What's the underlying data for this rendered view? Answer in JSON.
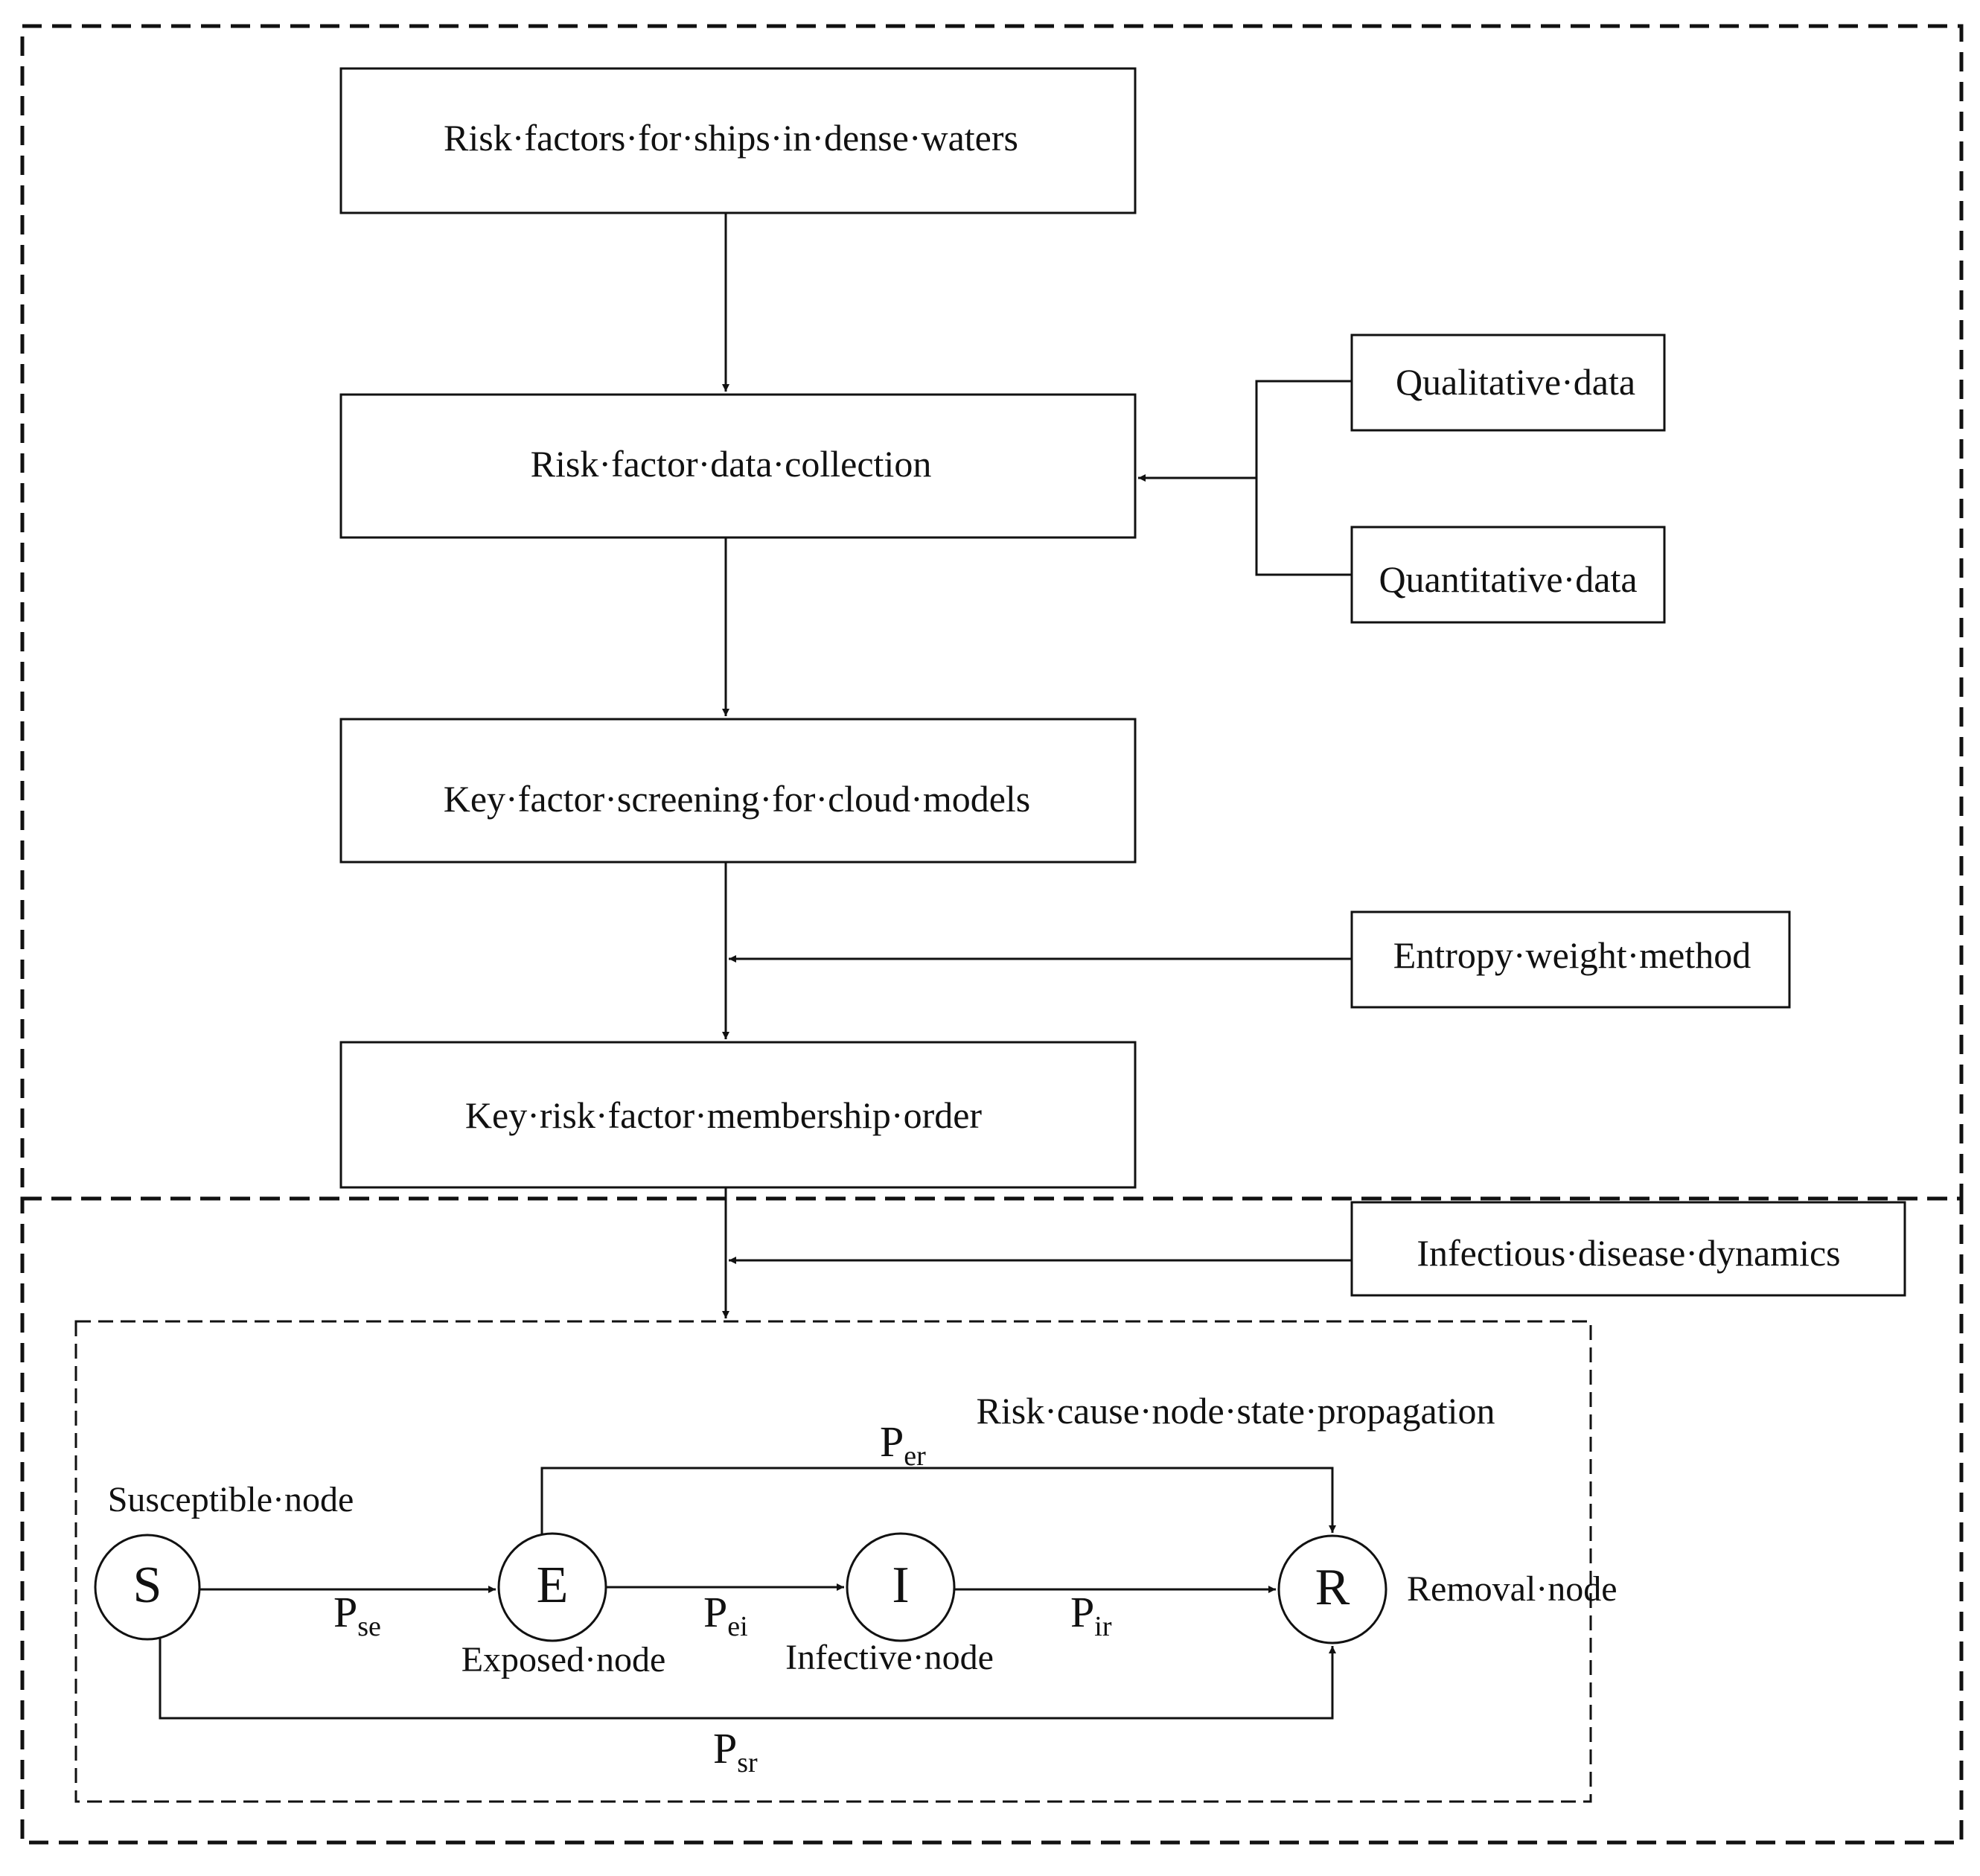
{
  "boxes": {
    "risk_factors": "Risk·factors·for·ships·in·dense·waters",
    "data_collection": "Risk·factor·data·collection",
    "screening": "Key·factor·screening·for·cloud·models",
    "membership_order": "Key·risk·factor·membership·order",
    "qualitative": "Qualitative·data",
    "quantitative": "Quantitative·data",
    "entropy": "Entropy·weight·method",
    "infectious": "Infectious·disease·dynamics"
  },
  "propagation": {
    "title": "Risk·cause·node·state·propagation",
    "nodes": {
      "s": {
        "letter": "S",
        "label": "Susceptible·node"
      },
      "e": {
        "letter": "E",
        "label": "Exposed·node"
      },
      "i": {
        "letter": "I",
        "label": "Infective·node"
      },
      "r": {
        "letter": "R",
        "label": "Removal·node"
      }
    },
    "edges": {
      "se": {
        "base": "P",
        "sub": "se"
      },
      "ei": {
        "base": "P",
        "sub": "ei"
      },
      "ir": {
        "base": "P",
        "sub": "ir"
      },
      "er": {
        "base": "P",
        "sub": "er"
      },
      "sr": {
        "base": "P",
        "sub": "sr"
      }
    }
  }
}
